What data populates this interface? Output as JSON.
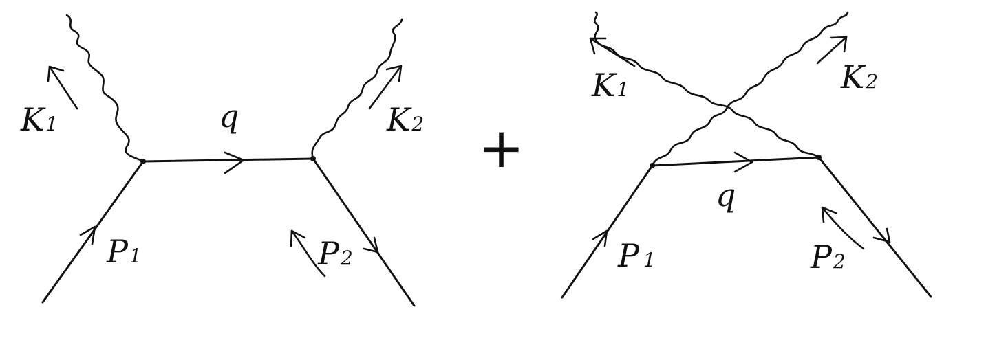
{
  "diagrams": [
    {
      "labels": {
        "k1": {
          "main": "K",
          "sub": "1"
        },
        "k2": {
          "main": "K",
          "sub": "2"
        },
        "q": {
          "main": "q",
          "sub": ""
        },
        "p1": {
          "main": "P",
          "sub": "1"
        },
        "p2": {
          "main": "P",
          "sub": "2"
        }
      }
    },
    {
      "labels": {
        "k1": {
          "main": "K",
          "sub": "1"
        },
        "k2": {
          "main": "K",
          "sub": "2"
        },
        "q": {
          "main": "q",
          "sub": ""
        },
        "p1": {
          "main": "P",
          "sub": "1"
        },
        "p2": {
          "main": "P",
          "sub": "2"
        }
      }
    }
  ],
  "operator": "+",
  "colors": {
    "ink": "#111111",
    "background": "#ffffff"
  }
}
